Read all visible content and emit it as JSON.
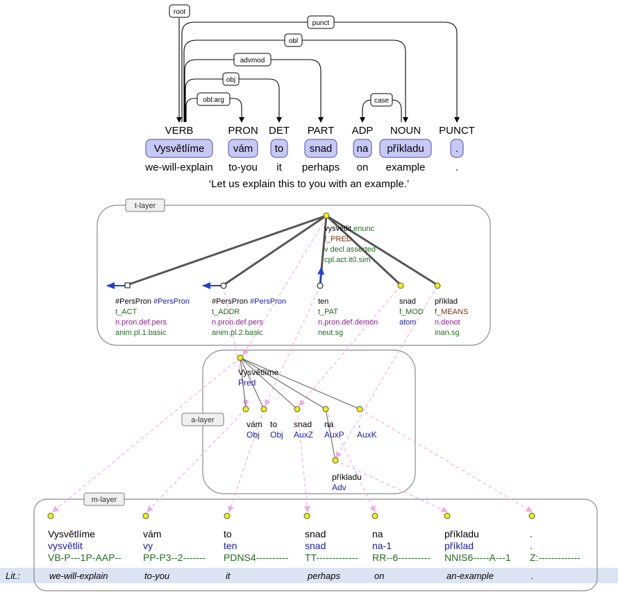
{
  "ud": {
    "relations": [
      "root",
      "punct",
      "obl",
      "advmod",
      "obj",
      "obl:arg",
      "case"
    ],
    "tokens": [
      {
        "upos": "VERB",
        "form": "Vysvětlíme",
        "gloss": "we-will-explain"
      },
      {
        "upos": "PRON",
        "form": "vám",
        "gloss": "to-you"
      },
      {
        "upos": "DET",
        "form": "to",
        "gloss": "it"
      },
      {
        "upos": "PART",
        "form": "snad",
        "gloss": "perhaps"
      },
      {
        "upos": "ADP",
        "form": "na",
        "gloss": "on"
      },
      {
        "upos": "NOUN",
        "form": "příkladu",
        "gloss": "example"
      },
      {
        "upos": "PUNCT",
        "form": ".",
        "gloss": "."
      }
    ],
    "translation": "‘Let us explain this to you with an example.’"
  },
  "t_layer": {
    "label": "t-layer",
    "root": {
      "lemma": "vysvětlit",
      "suffix": ".enunc",
      "functor": "f_PRED",
      "gram1": "v decl.asserted",
      "gram2": "cpl.act.it0.sim"
    },
    "nodes": [
      {
        "lemma": "#PersPron",
        "lemma2": "#PersPron",
        "functor": "t_ACT",
        "gram1": "n.pron.def.pers",
        "gram2": "anim.pl.1.basic"
      },
      {
        "lemma": "#PersPron",
        "lemma2": "#PersPron",
        "functor": "t_ADDR",
        "gram1": "n.pron.def.pers",
        "gram2": "anim.pl.2.basic"
      },
      {
        "lemma": "ten",
        "lemma2": "",
        "functor": "t_PAT",
        "gram1": "n.pron.def.demon",
        "gram2": "neut.sg"
      },
      {
        "lemma": "snad",
        "lemma2": "",
        "functor": "f_MOD",
        "gram1": "atom",
        "gram2": ""
      },
      {
        "lemma": "příklad",
        "lemma2": "",
        "functor": "f_MEANS",
        "gram1": "n.denot",
        "gram2": "inan.sg"
      }
    ]
  },
  "a_layer": {
    "label": "a-layer",
    "root": {
      "form": "Vysvětlíme",
      "afun": "Pred"
    },
    "nodes": [
      {
        "form": "vám",
        "afun": "Obj"
      },
      {
        "form": "to",
        "afun": "Obj"
      },
      {
        "form": "snad",
        "afun": "AuxZ"
      },
      {
        "form": "na",
        "afun": "AuxP"
      },
      {
        "form": ".",
        "afun": "AuxK"
      },
      {
        "form": "příkladu",
        "afun": "Adv"
      }
    ]
  },
  "m_layer": {
    "label": "m-layer",
    "tokens": [
      {
        "form": "Vysvětlíme",
        "lemma": "vysvětlit",
        "tag": "VB-P---1P-AAP--"
      },
      {
        "form": "vám",
        "lemma": "vy",
        "tag": "PP-P3--2-------"
      },
      {
        "form": "to",
        "lemma": "ten",
        "tag": "PDNS4----------"
      },
      {
        "form": "snad",
        "lemma": "snad",
        "tag": "TT-------------"
      },
      {
        "form": "na",
        "lemma": "na-1",
        "tag": "RR--6----------"
      },
      {
        "form": "příkladu",
        "lemma": "příklad",
        "tag": "NNIS6-----A---1"
      },
      {
        "form": ".",
        "lemma": ".",
        "tag": "Z:-------------"
      }
    ]
  },
  "lit": {
    "label": "Lit.:",
    "words": [
      "we-will-explain",
      "to-you",
      "it",
      "perhaps",
      "on",
      "an-example",
      "."
    ]
  },
  "colors": {
    "blue_text": "#1a1aa6",
    "purple": "#8b1d8b",
    "green": "#1f6b1f",
    "brown": "#7a3010",
    "node_yellow": "#f4f000",
    "token_fill": "#c8c8f5",
    "arrow_blue": "#1f3fd6",
    "dashed_pink": "#f0a8e6",
    "lit_band": "#dce3f3"
  }
}
